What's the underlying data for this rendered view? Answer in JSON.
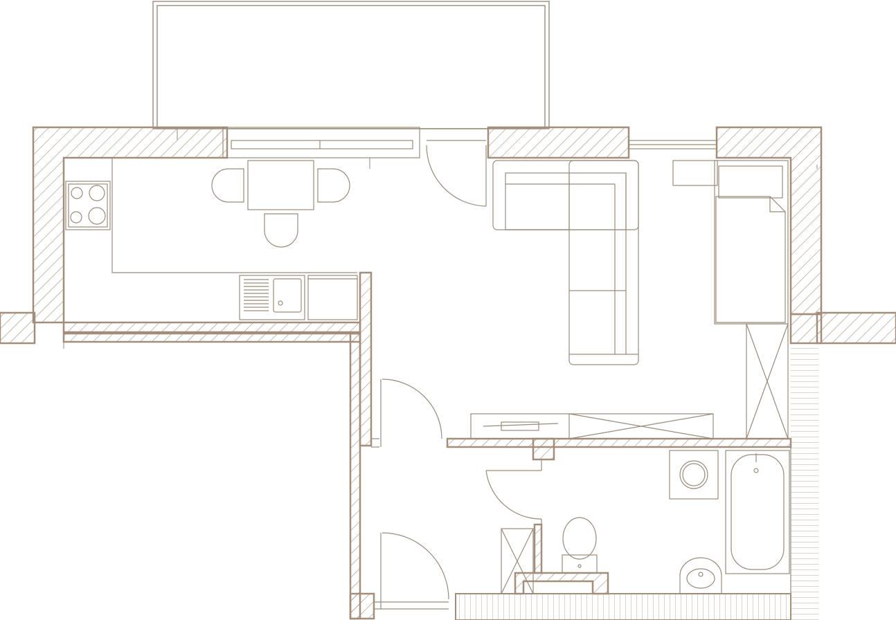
{
  "drawing": {
    "kind": "apartment-floor-plan",
    "colors": {
      "line": "#9a8a7a",
      "wall": "#a38d7b",
      "hatch": "#a38d7b",
      "background": "#ffffff"
    },
    "rooms": [
      "balcony",
      "kitchen-dining",
      "living-room",
      "bedroom-corner",
      "hallway",
      "bathroom"
    ],
    "fixtures": [
      "cooktop",
      "kitchen-sink",
      "dining-table",
      "chairs",
      "corner-sofa",
      "single-bed",
      "wardrobe",
      "washing-machine",
      "bathtub",
      "toilet",
      "washbasin"
    ]
  }
}
